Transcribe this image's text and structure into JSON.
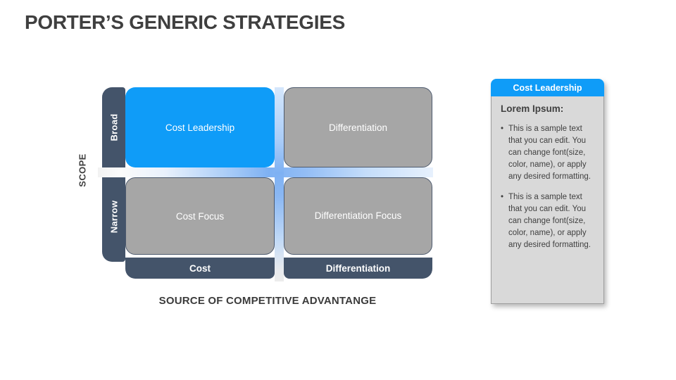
{
  "title": "PORTER’S GENERIC STRATEGIES",
  "matrix": {
    "y_axis_label": "SCOPE",
    "x_axis_label": "SOURCE OF COMPETITIVE ADVANTANGE",
    "row_labels": {
      "broad": "Broad",
      "narrow": "Narrow"
    },
    "column_labels": {
      "cost": "Cost",
      "differentiation": "Differentiation"
    },
    "quadrants": [
      {
        "label": "Cost Leadership",
        "highlighted": true
      },
      {
        "label": "Differentiation",
        "highlighted": false
      },
      {
        "label": "Cost Focus",
        "highlighted": false
      },
      {
        "label": "Differentiation Focus",
        "highlighted": false
      }
    ]
  },
  "card": {
    "header": "Cost Leadership",
    "subtitle": "Lorem Ipsum:",
    "bullets": [
      "This is a sample text that you can edit. You can change font(size, color, name), or apply any desired formatting.",
      "This is a sample text that you can edit. You can change font(size, color, name), or apply any desired formatting."
    ]
  },
  "colors": {
    "accent_blue": "#0f9cf8",
    "slate_dark": "#44546A",
    "quadrant_gray": "#a6a6a6",
    "card_body_gray": "#d9d9d9",
    "text_dark": "#3f3f3f",
    "band_blue": "#7eb1f3",
    "background": "#ffffff"
  }
}
